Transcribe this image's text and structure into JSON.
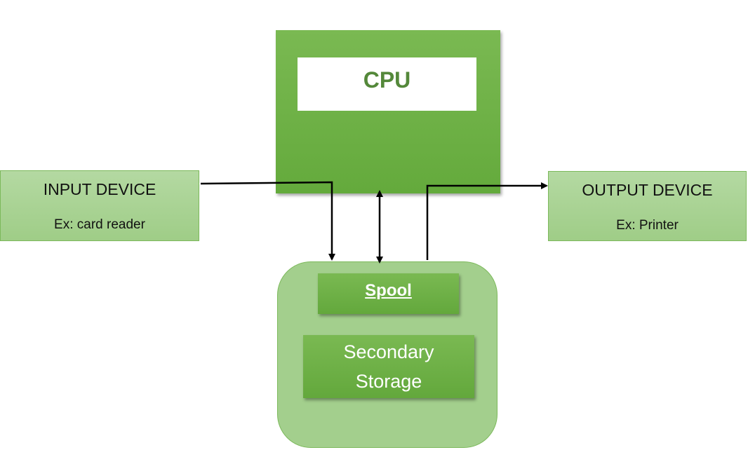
{
  "cpu": {
    "label": "CPU"
  },
  "input_device": {
    "title": "INPUT DEVICE",
    "example": "Ex: card reader"
  },
  "output_device": {
    "title": "OUTPUT DEVICE",
    "example": "Ex: Printer"
  },
  "storage": {
    "spool_label": "Spool",
    "secondary_label": "Secondary Storage"
  },
  "colors": {
    "dark_green": "#6aae42",
    "light_green": "#a9d493",
    "cpu_text": "#54883a",
    "arrow": "#000000"
  }
}
